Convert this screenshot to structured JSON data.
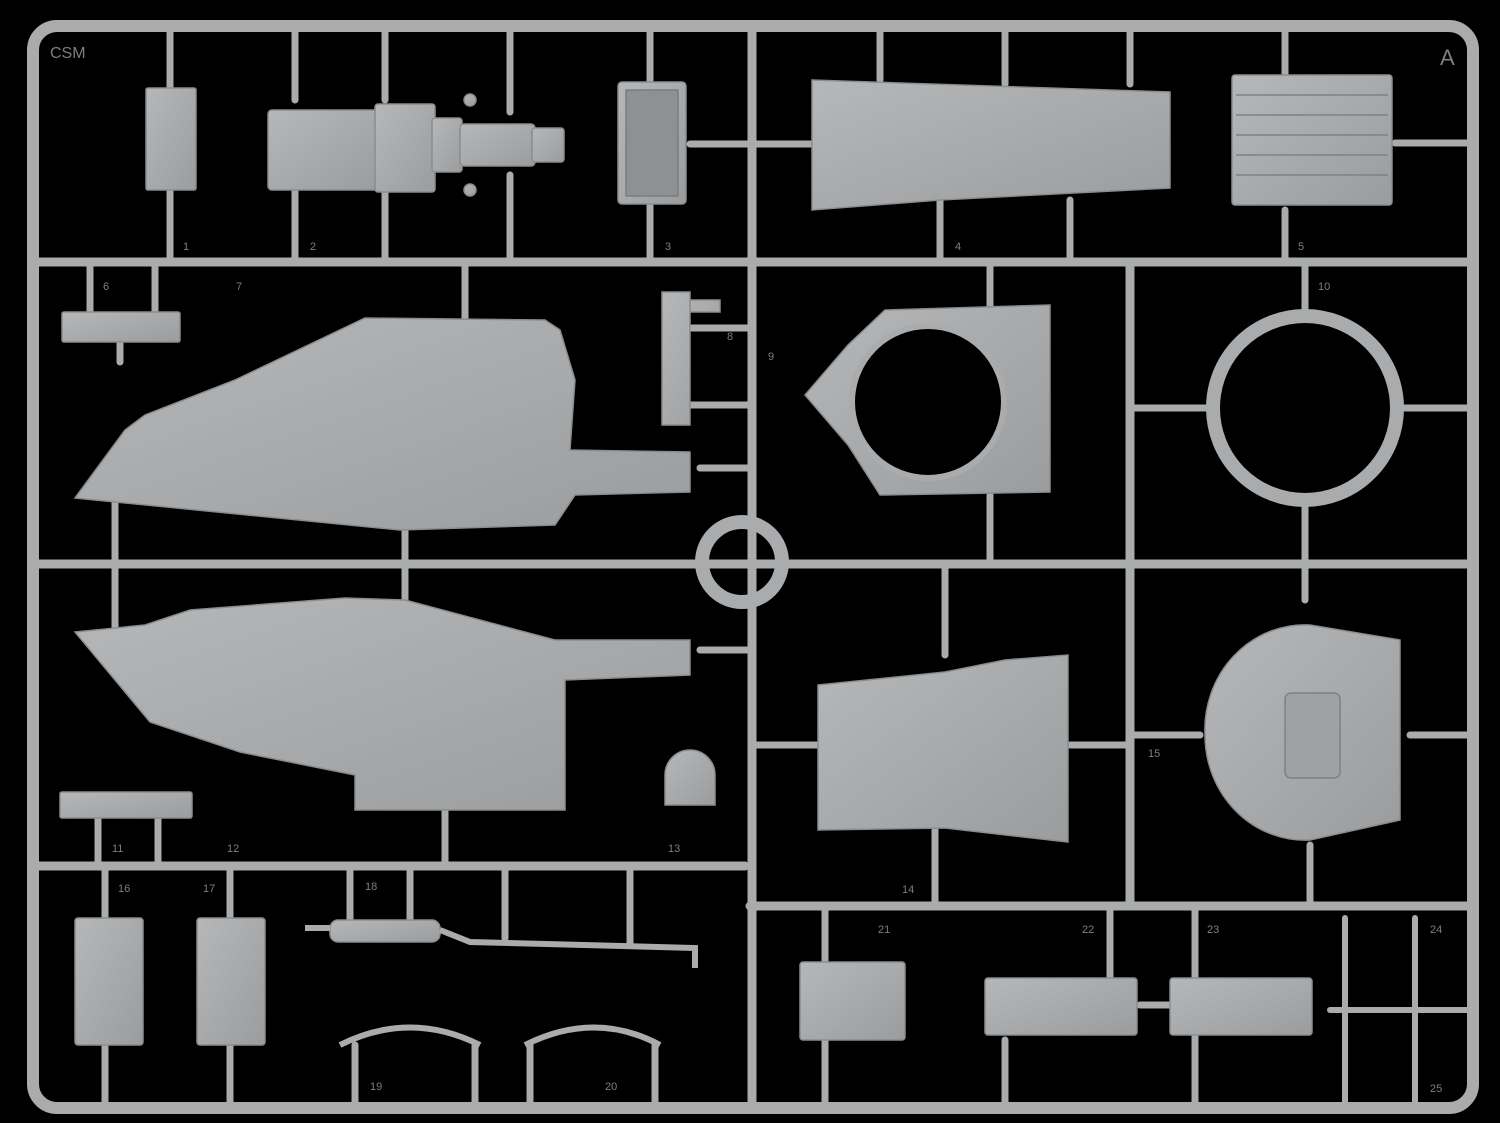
{
  "sprue": {
    "brand_mark": "CSM",
    "letter": "A",
    "part_numbers": [
      "1",
      "2",
      "3",
      "4",
      "5",
      "6",
      "7",
      "8",
      "9",
      "10",
      "11",
      "12",
      "13",
      "14",
      "15",
      "16",
      "17",
      "18",
      "19",
      "20",
      "21",
      "22",
      "23",
      "24",
      "25"
    ]
  },
  "colors": {
    "background": "#000000",
    "plastic": "#a9abad",
    "plastic_shadow": "#8e9092",
    "plastic_highlight": "#bfc1c3"
  }
}
